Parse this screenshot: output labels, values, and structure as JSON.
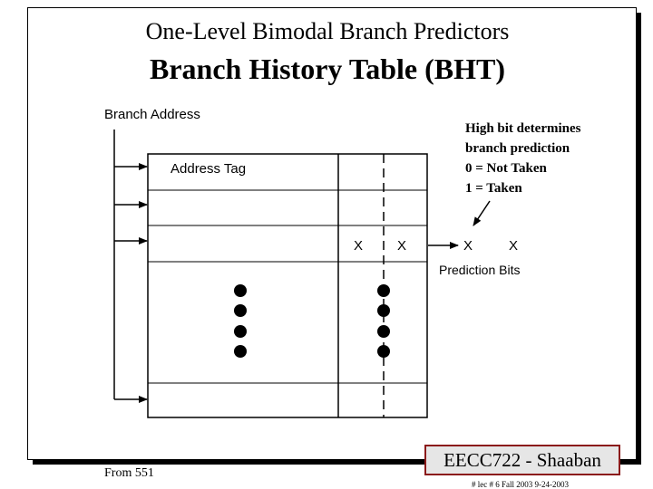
{
  "slide": {
    "title": "One-Level Bimodal Branch Predictors",
    "subtitle": "Branch History Table (BHT)",
    "footer_left": "From 551",
    "footer_badge": "EECC722 - Shaaban",
    "footer_sub": "#  lec # 6   Fall 2003   9-24-2003"
  },
  "diagram": {
    "branch_address_label": "Branch Address",
    "address_tag_label": "Address Tag",
    "prediction_bits_label": "Prediction Bits",
    "x_marks": [
      "X",
      "X",
      "X",
      "X"
    ],
    "note_lines": [
      "High bit determines",
      "branch prediction",
      "0  =  Not Taken",
      "1 =  Taken"
    ]
  }
}
